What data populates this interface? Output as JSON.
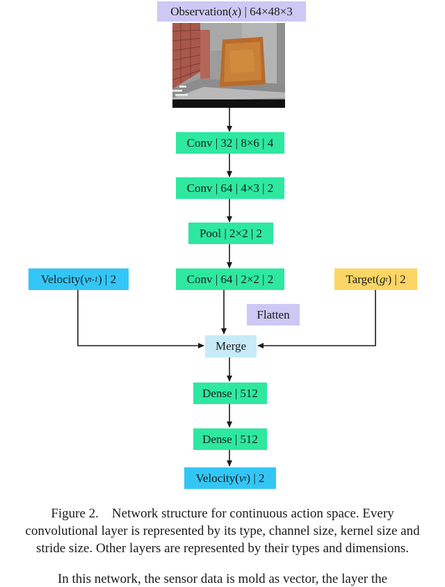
{
  "nodes": {
    "observation": {
      "prefix": "Observation(",
      "var": "x",
      "suffix": ") | 64×48×3"
    },
    "conv1": "Conv | 32 | 8×6 | 4",
    "conv2": "Conv | 64 | 4×3 | 2",
    "pool": "Pool | 2×2 | 2",
    "conv3": "Conv | 64 | 2×2 | 2",
    "velocity_in": {
      "prefix": "Velocity(",
      "var": "v",
      "sub": "t-1",
      "suffix": ") | 2"
    },
    "target": {
      "prefix": "Target(",
      "var": "g",
      "sub": "t",
      "suffix": ") | 2"
    },
    "flatten": "Flatten",
    "merge": "Merge",
    "dense1": "Dense | 512",
    "dense2": "Dense | 512",
    "velocity_out": {
      "prefix": "Velocity(",
      "var": "v",
      "sub": "t",
      "suffix": ") | 2"
    }
  },
  "caption": {
    "line1": "Figure 2.    Network structure for continuous action space. Every",
    "line2": "convolutional layer is represented by its type, channel size, kernel size and",
    "line3": "stride size. Other layers are represented by their types and dimensions."
  },
  "next_text": "In this network, the sensor data is mold as vector, the layer the",
  "colors": {
    "conv": "#2ee8a0",
    "observation": "#cdc8f4",
    "velocity": "#33c6f5",
    "target": "#fbd565",
    "merge": "#c7ebf8"
  }
}
